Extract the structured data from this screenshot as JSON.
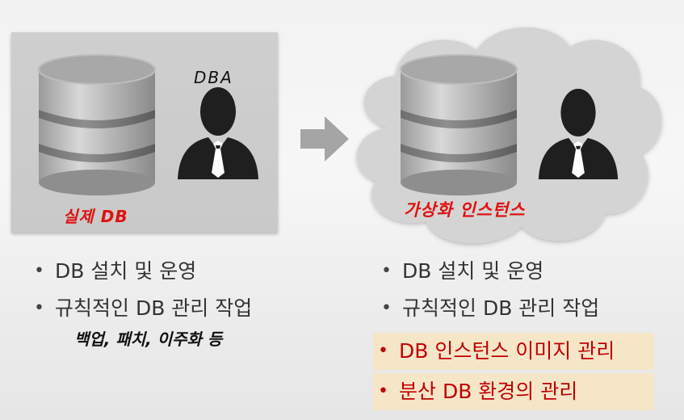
{
  "left": {
    "dba_label": "DBA",
    "db_label": "실제 DB",
    "bullets": [
      "DB 설치 및 운영",
      "규칙적인 DB 관리 작업"
    ],
    "note": "백업, 패치, 이주화 등"
  },
  "right": {
    "cloud_label": "가상화 인스턴스",
    "bullets": [
      "DB 설치 및 운영",
      "규칙적인 DB 관리 작업"
    ],
    "highlighted_bullets": [
      "DB 인스턴스 이미지 관리",
      "분산 DB 환경의 관리"
    ]
  },
  "colors": {
    "highlight_bg": "#f5e6c8",
    "highlight_text": "#c00000",
    "annotation_red": "#e01010"
  },
  "icons": [
    "database-icon",
    "person-icon",
    "arrow-right-icon",
    "cloud-icon"
  ]
}
